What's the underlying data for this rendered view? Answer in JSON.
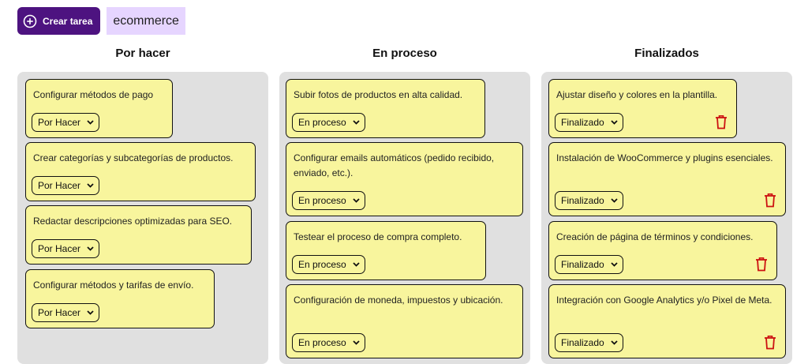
{
  "toolbar": {
    "create_label": "Crear tarea",
    "project_name": "ecommerce"
  },
  "columns": [
    {
      "title": "Por hacer",
      "cards": [
        {
          "text": "Configurar métodos de pago",
          "status": "Por Hacer"
        },
        {
          "text": "Crear categorías y subcategorías de productos.",
          "status": "Por Hacer"
        },
        {
          "text": "Redactar descripciones optimizadas para SEO.",
          "status": "Por Hacer"
        },
        {
          "text": "Configurar métodos y tarifas de envío.",
          "status": "Por Hacer"
        }
      ]
    },
    {
      "title": "En proceso",
      "cards": [
        {
          "text": "Subir fotos de productos en alta calidad.",
          "status": "En proceso"
        },
        {
          "text": "Configurar emails automáticos (pedido recibido, enviado, etc.).",
          "status": "En proceso"
        },
        {
          "text": "Testear el proceso de compra completo.",
          "status": "En proceso"
        },
        {
          "text": "Configuración de moneda, impuestos y ubicación.",
          "status": "En proceso"
        }
      ]
    },
    {
      "title": "Finalizados",
      "cards": [
        {
          "text": "Ajustar diseño y colores en la plantilla.",
          "status": "Finalizado"
        },
        {
          "text": "Instalación de WooCommerce y plugins esenciales.",
          "status": "Finalizado"
        },
        {
          "text": "Creación de página de términos y condiciones.",
          "status": "Finalizado"
        },
        {
          "text": "Integración con Google Analytics y/o Pixel de Meta.",
          "status": "Finalizado"
        }
      ]
    }
  ],
  "icons": {
    "create": "plus-circle-icon",
    "select": "chevron-down-icon",
    "delete": "trash-icon"
  },
  "colors": {
    "accent": "#4d1380",
    "tag_bg": "#e6d5ff",
    "card_bg": "#f8f59d",
    "column_bg": "#e0e0e0",
    "delete_icon": "#cc1111"
  }
}
